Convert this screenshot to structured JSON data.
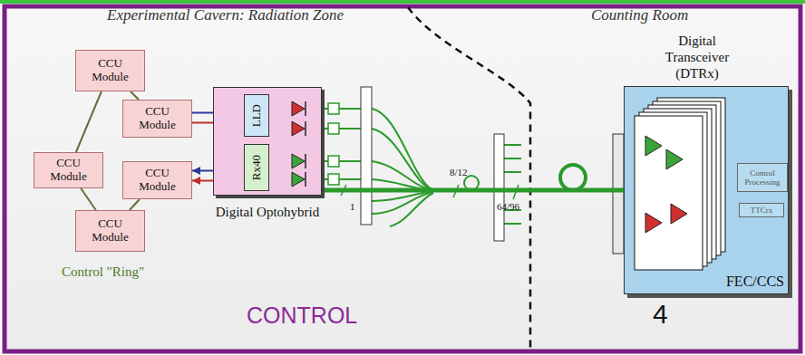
{
  "diagram": {
    "nodes": [
      {
        "text": [
          "CCU Module"
        ]
      },
      {
        "text": [
          "CCU Module"
        ]
      },
      {
        "text": [
          "CCU Module"
        ]
      },
      {
        "text": [
          "CCU Module"
        ]
      },
      {
        "text": [
          "CCU Module"
        ]
      },
      {
        "text": [
          "Digital Optohybrid"
        ]
      },
      {
        "text": [
          "LLD"
        ],
        "in": 5
      },
      {
        "text": [
          "Rx40"
        ],
        "in": 5
      },
      {
        "text": [
          "Digital Transceiver (DTRx)",
          "FEC/CCS"
        ]
      },
      {
        "text": [
          "Control Processing"
        ],
        "in": 8
      },
      {
        "text": [
          "TTCrx"
        ],
        "in": 8
      }
    ],
    "edges": [
      {
        "from": 0,
        "to": 1,
        "arrow": "none"
      },
      {
        "from": 0,
        "to": 2,
        "arrow": "none"
      },
      {
        "from": 2,
        "to": 4,
        "arrow": "none"
      },
      {
        "from": 4,
        "to": 3,
        "arrow": "none"
      },
      {
        "from": 1,
        "to": 6,
        "arrow": "to"
      },
      {
        "from": 1,
        "to": 6,
        "arrow": "to"
      },
      {
        "from": 7,
        "to": 3,
        "arrow": "to"
      },
      {
        "from": 7,
        "to": 3,
        "arrow": "to"
      },
      {
        "from": 5,
        "to": 8,
        "arrow": "none"
      }
    ],
    "labels": [
      "Experimental Cavern: Radiation Zone",
      "Counting Room",
      "Control \"Ring\"",
      "1",
      "8/12",
      "64/96",
      "CONTROL",
      "4"
    ]
  }
}
